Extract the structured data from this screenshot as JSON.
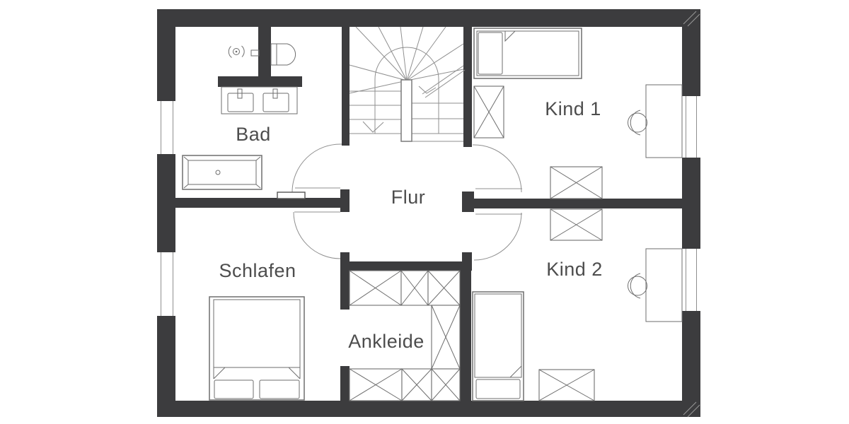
{
  "floor_plan": {
    "rooms": {
      "bad": {
        "label": "Bad"
      },
      "flur": {
        "label": "Flur"
      },
      "kind1": {
        "label": "Kind 1"
      },
      "kind2": {
        "label": "Kind 2"
      },
      "schlafen": {
        "label": "Schlafen"
      },
      "ankleide": {
        "label": "Ankleide"
      }
    },
    "colors": {
      "wall_color": "#3c3c3e",
      "thin_line_color": "#8f8f8f",
      "furniture_line_color": "#6e6e6e",
      "label_text_color": "#4d4d4d",
      "background": "#ffffff"
    }
  }
}
